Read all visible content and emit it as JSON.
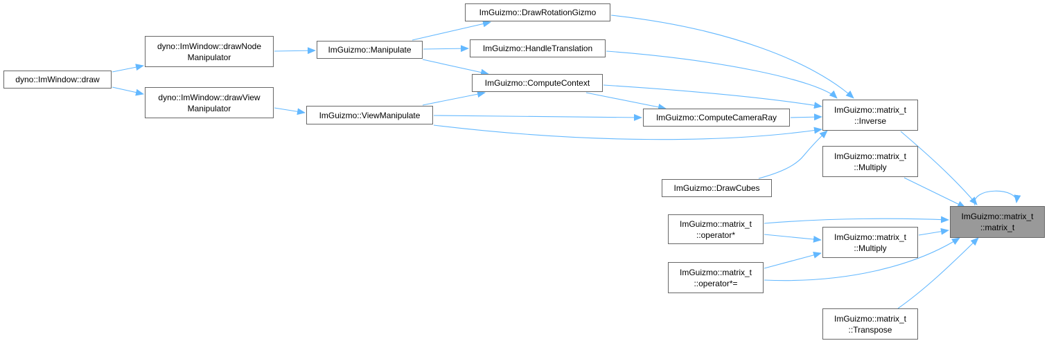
{
  "graph": {
    "edge_color": "#63b8ff",
    "node_border_color": "#666666",
    "focus_fill_color": "#999999",
    "nodes": {
      "draw": [
        "dyno::ImWindow::draw"
      ],
      "drawNode": [
        "dyno::ImWindow::drawNode",
        "Manipulator"
      ],
      "drawView": [
        "dyno::ImWindow::drawView",
        "Manipulator"
      ],
      "manipulate": [
        "ImGuizmo::Manipulate"
      ],
      "viewManipulate": [
        "ImGuizmo::ViewManipulate"
      ],
      "drawRotation": [
        "ImGuizmo::DrawRotationGizmo"
      ],
      "handleTranslation": [
        "ImGuizmo::HandleTranslation"
      ],
      "computeContext": [
        "ImGuizmo::ComputeContext"
      ],
      "computeCameraRay": [
        "ImGuizmo::ComputeCameraRay"
      ],
      "drawCubes": [
        "ImGuizmo::DrawCubes"
      ],
      "inverse": [
        "ImGuizmo::matrix_t",
        "::Inverse"
      ],
      "multiply1": [
        "ImGuizmo::matrix_t",
        "::Multiply"
      ],
      "operatorMul": [
        "ImGuizmo::matrix_t",
        "::operator*"
      ],
      "multiply2": [
        "ImGuizmo::matrix_t",
        "::Multiply"
      ],
      "operatorMulEq": [
        "ImGuizmo::matrix_t",
        "::operator*="
      ],
      "transpose": [
        "ImGuizmo::matrix_t",
        "::Transpose"
      ],
      "matrixT": [
        "ImGuizmo::matrix_t",
        "::matrix_t"
      ]
    },
    "focus_node": "matrixT"
  }
}
